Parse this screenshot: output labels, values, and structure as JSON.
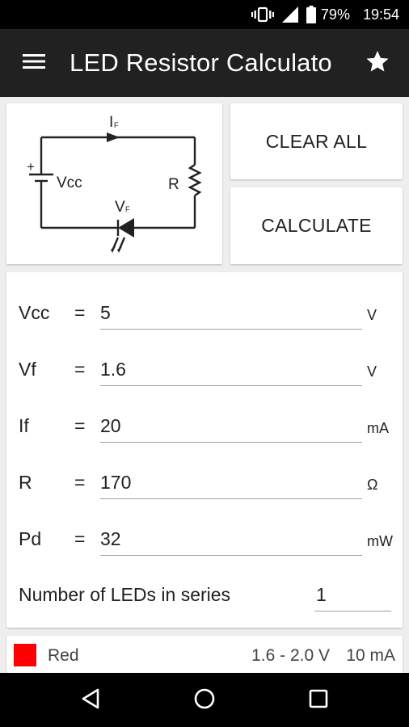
{
  "status_bar": {
    "battery": "79%",
    "time": "19:54",
    "icons": [
      "vibrate-icon",
      "signal-icon",
      "battery-icon"
    ]
  },
  "toolbar": {
    "title": "LED Resistor Calculato",
    "icons": [
      "menu-icon",
      "star-icon"
    ]
  },
  "circuit": {
    "if_label": "I",
    "if_sub": "F",
    "vcc_label": "Vcc",
    "plus_label": "+",
    "r_label": "R",
    "vf_label": "V",
    "vf_sub": "F"
  },
  "buttons": {
    "clear_label": "CLEAR ALL",
    "calculate_label": "CALCULATE"
  },
  "form": {
    "eq": "=",
    "rows": [
      {
        "label": "Vcc",
        "value": "5",
        "unit": "V"
      },
      {
        "label": "Vf",
        "value": "1.6",
        "unit": "V"
      },
      {
        "label": "If",
        "value": "20",
        "unit": "mA"
      },
      {
        "label": "R",
        "value": "170",
        "unit": "Ω"
      },
      {
        "label": "Pd",
        "value": "32",
        "unit": "mW"
      }
    ],
    "leds_label": "Number of LEDs in series",
    "leds_value": "1"
  },
  "led_color": {
    "name": "Red",
    "voltage_range": "1.6 - 2.0 V",
    "current": "10 mA",
    "swatch_color": "#ff0000"
  },
  "colors": {
    "toolbar_bg": "#212121",
    "background": "#eeeeee"
  },
  "nav_bar": {
    "icons": [
      "back-icon",
      "home-icon",
      "recents-icon"
    ]
  }
}
